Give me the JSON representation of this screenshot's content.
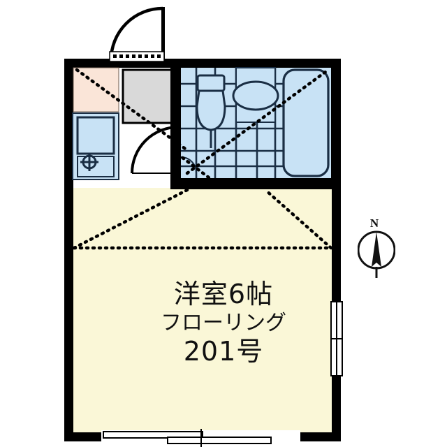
{
  "document": {
    "type": "floor-plan",
    "unit_label": "201号"
  },
  "labels": {
    "room_name": "洋室6帖",
    "floor_type": "フローリング",
    "unit_number": "201号"
  },
  "compass": {
    "letter": "N",
    "name": "north-arrow"
  },
  "colors": {
    "wall": "#000000",
    "room_floor": "#faf7d7",
    "entry_genkan": "#d9d9d9",
    "kitchen_counter": "#fae5d8",
    "fixture_blue": "#c8e2f5",
    "fixture_outline": "#1a2e44",
    "white": "#ffffff",
    "dotted_line": "#000000",
    "background": "#ffffff"
  },
  "rooms": [
    {
      "name": "main-room",
      "label": "洋室6帖",
      "floor": "フローリング"
    },
    {
      "name": "entrance-genkan",
      "label": ""
    },
    {
      "name": "kitchen",
      "label": ""
    },
    {
      "name": "bathroom-unit",
      "label": ""
    }
  ],
  "fixtures": [
    {
      "name": "kitchen-sink",
      "kind": "sink"
    },
    {
      "name": "gas-stove",
      "kind": "stove"
    },
    {
      "name": "kitchen-counter",
      "kind": "counter"
    },
    {
      "name": "toilet",
      "kind": "toilet"
    },
    {
      "name": "washbasin",
      "kind": "basin"
    },
    {
      "name": "bathtub",
      "kind": "bathtub"
    }
  ],
  "openings": [
    {
      "name": "entrance-door",
      "kind": "swing-door"
    },
    {
      "name": "interior-door",
      "kind": "swing-door"
    },
    {
      "name": "balcony-sliding-window",
      "kind": "sliding-window"
    },
    {
      "name": "side-window",
      "kind": "window"
    }
  ]
}
